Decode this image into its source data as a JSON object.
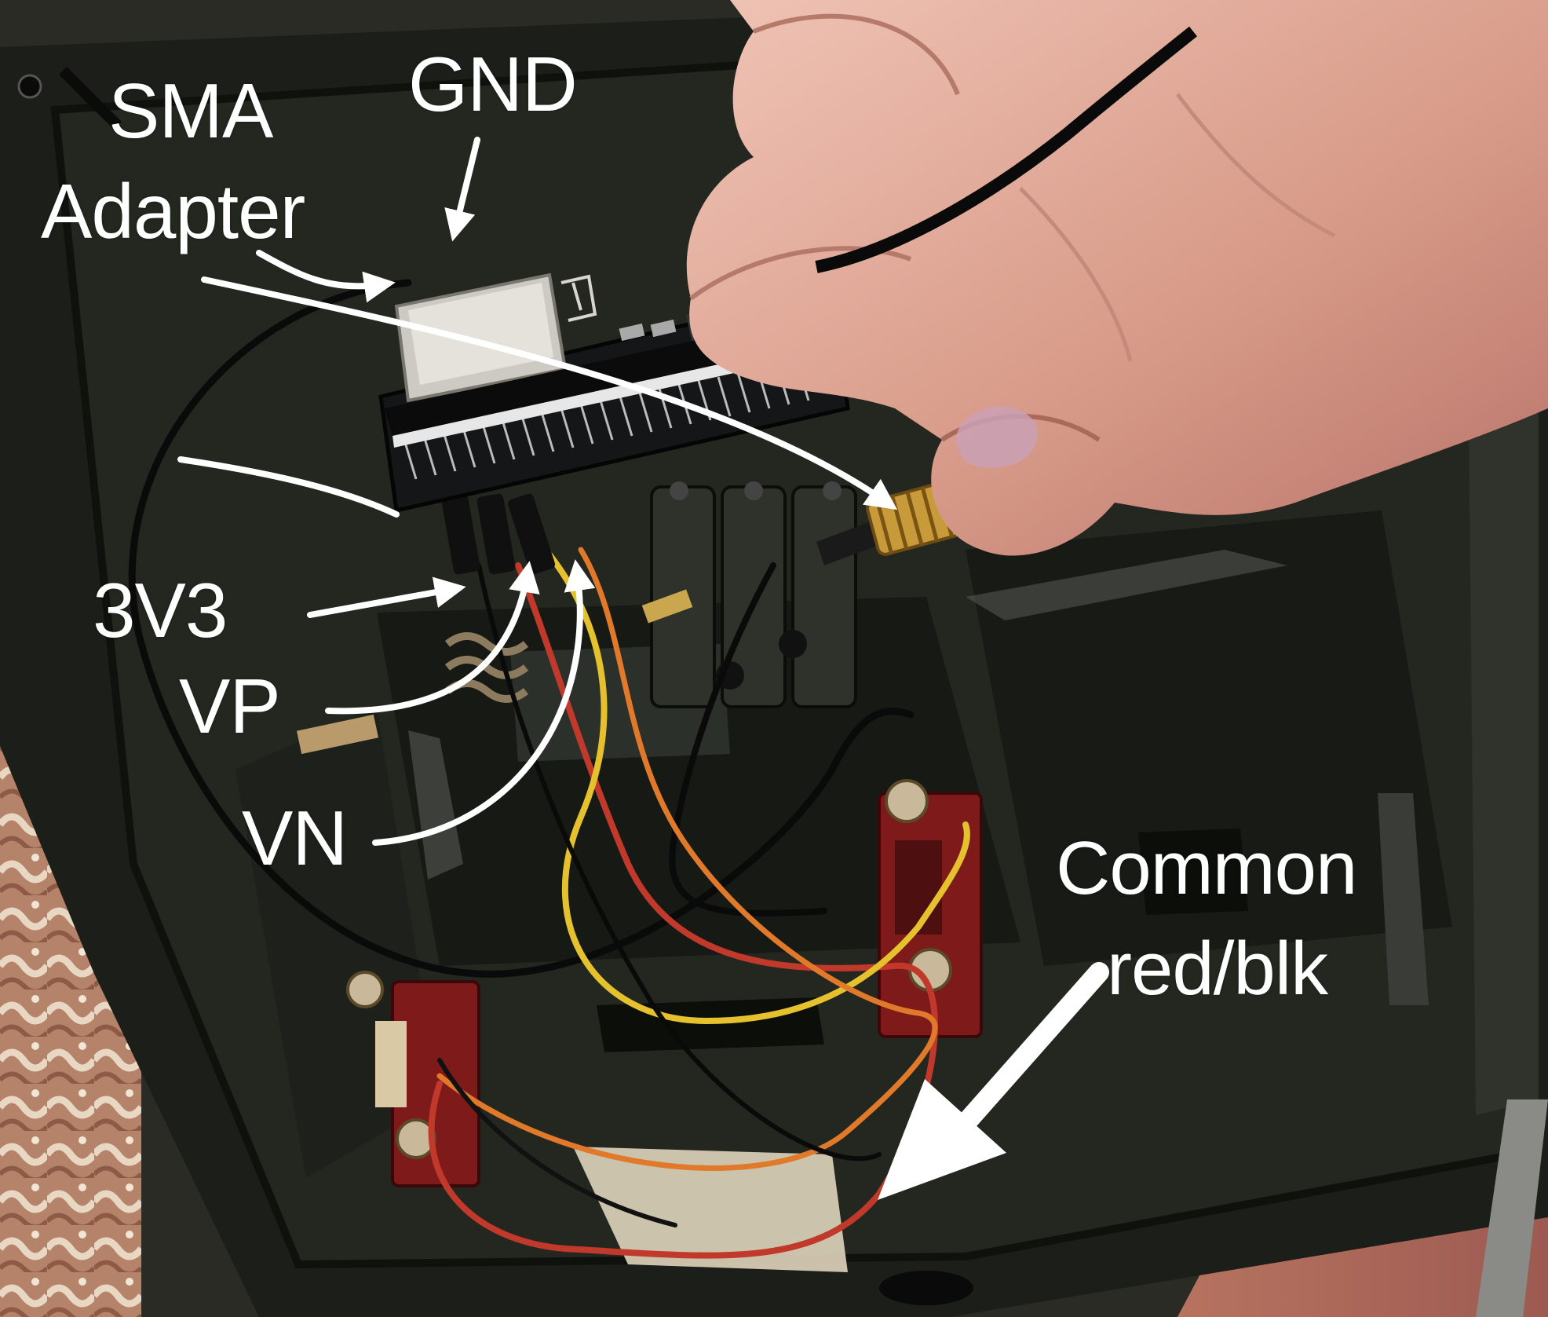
{
  "annotations": {
    "sma": "SMA",
    "adapter": "Adapter",
    "gnd": "GND",
    "v3v3": "3V3",
    "vp": "VP",
    "vn": "VN",
    "common": "Common",
    "redblk": "red/blk"
  },
  "colors": {
    "annotation": "#ffffff",
    "enclosure": "#1c1f1a",
    "carpet": "#b68466",
    "skin": "#dba592",
    "board": "#15171a",
    "module_shield": "#c9c6c1",
    "wire_red": "#c0392b",
    "wire_yellow": "#e6c12e",
    "wire_orange": "#e07a2a",
    "wire_black": "#0b0b0b",
    "terminal_red": "#8a1c1c",
    "sma_gold": "#c99a3a"
  },
  "icons": [
    "arrow-icon",
    "esp32-board-icon",
    "sma-connector-icon",
    "hand-icon"
  ]
}
